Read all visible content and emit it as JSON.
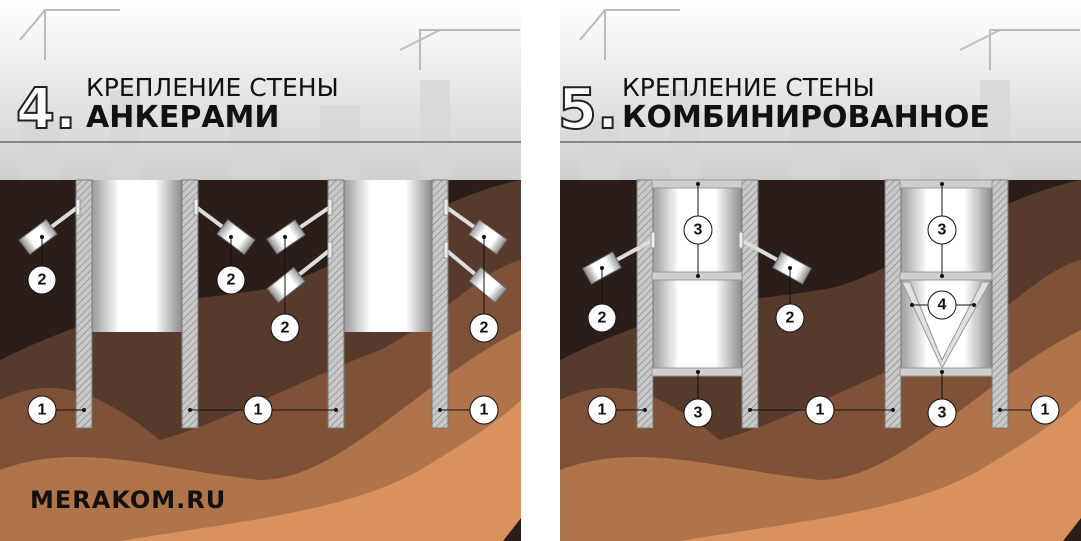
{
  "panels": [
    {
      "number": "4.",
      "title_line1": "КРЕПЛЕНИЕ СТЕНЫ",
      "title_line2": "АНКЕРАМИ"
    },
    {
      "number": "5.",
      "title_line1": "КРЕПЛЕНИЕ СТЕНЫ",
      "title_line2": "КОМБИНИРОВАННОЕ"
    }
  ],
  "labels": {
    "wall": "1",
    "anchor": "2",
    "strut": "3",
    "brace": "4"
  },
  "brand": "MERAKOM.RU",
  "colors": {
    "soil1": "#2b1d19",
    "soil2": "#563a2b",
    "soil3": "#7f5237",
    "soil4": "#b0744a",
    "soil5": "#d9915e"
  }
}
